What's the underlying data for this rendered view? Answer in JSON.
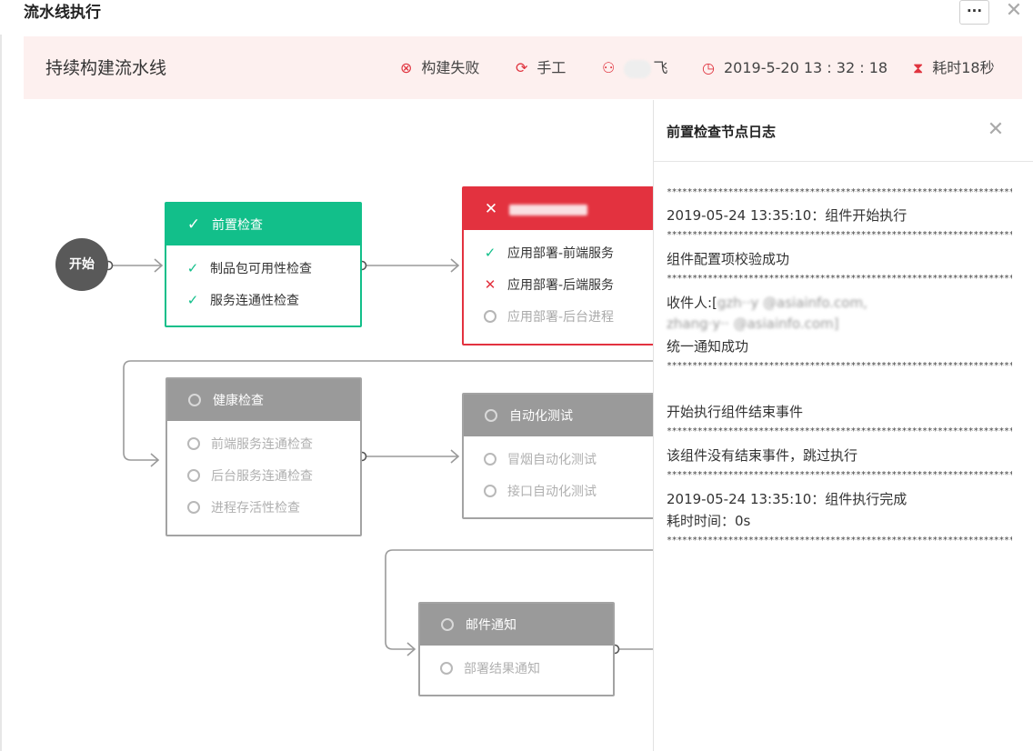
{
  "window": {
    "title": "流水线执行",
    "more_label": "···",
    "close_label": "✕"
  },
  "info": {
    "pipeline_name": "持续构建流水线",
    "status": "构建失败",
    "trigger": "手工",
    "user": "飞",
    "time": "2019-5-20 13 : 32 : 18",
    "duration": "耗时18秒"
  },
  "flow": {
    "start": "开始",
    "stages": [
      {
        "title": "前置检查",
        "status": "success",
        "items": [
          {
            "label": "制品包可用性检查",
            "status": "success"
          },
          {
            "label": "服务连通性检查",
            "status": "success"
          }
        ]
      },
      {
        "title": "",
        "status": "failed",
        "items": [
          {
            "label": "应用部署-前端服务",
            "status": "success"
          },
          {
            "label": "应用部署-后端服务",
            "status": "failed"
          },
          {
            "label": "应用部署-后台进程",
            "status": "pending"
          }
        ]
      },
      {
        "title": "健康检查",
        "status": "pending",
        "items": [
          {
            "label": "前端服务连通检查",
            "status": "pending"
          },
          {
            "label": "后台服务连通检查",
            "status": "pending"
          },
          {
            "label": "进程存活性检查",
            "status": "pending"
          }
        ]
      },
      {
        "title": "自动化测试",
        "status": "pending",
        "items": [
          {
            "label": "冒烟自动化测试",
            "status": "pending"
          },
          {
            "label": "接口自动化测试",
            "status": "pending"
          }
        ]
      },
      {
        "title": "邮件通知",
        "status": "pending",
        "items": [
          {
            "label": "部署结果通知",
            "status": "pending"
          }
        ]
      }
    ]
  },
  "log": {
    "title": "前置检查节点日志",
    "close_label": "✕",
    "separator": "************************************************************************",
    "lines": [
      "2019-05-24 13:35:10：组件开始执行",
      "组件配置项校验成功",
      "收件人:[",
      "@asiainfo.com,",
      "@asiainfo.com]",
      "统一通知成功",
      "开始执行组件结束事件",
      "该组件没有结束事件，跳过执行",
      "2019-05-24 13:35:10：组件执行完成",
      "耗时时间：0s"
    ]
  },
  "colors": {
    "success": "#12bf8a",
    "failed": "#e3323f",
    "pending": "#9a9a9a",
    "info_bg": "#fdf0ef"
  }
}
